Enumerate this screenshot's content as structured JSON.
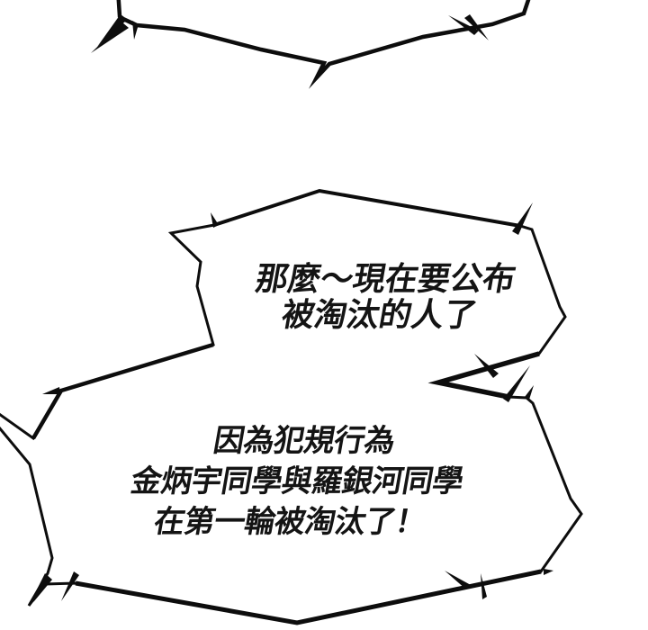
{
  "page": {
    "background_color": "#ffffff",
    "ink_color": "#0d0d0d"
  },
  "bubbles": {
    "top_partial": {
      "lines": []
    },
    "middle": {
      "lines": [
        "那麼～現在要公布",
        "被淘汰的人了"
      ]
    },
    "bottom": {
      "lines": [
        "因為犯規行為",
        "金炳宇同學與羅銀河同學",
        "在第一輪被淘汰了！"
      ]
    }
  }
}
